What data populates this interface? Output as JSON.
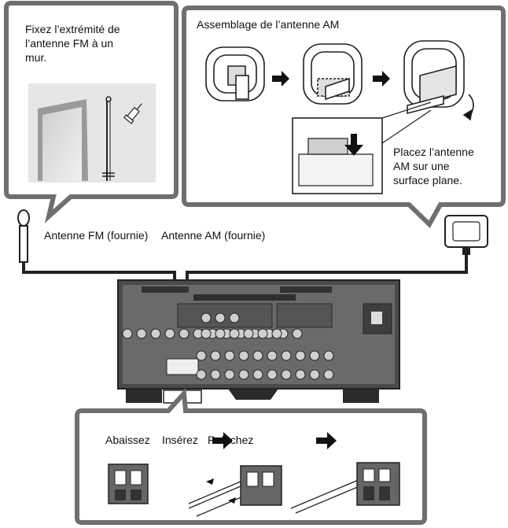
{
  "fm_callout": {
    "instruction": "Fixez l’extrémité de\nl’antenne FM à un\nmur."
  },
  "am_callout": {
    "title": "Assemblage de l’antenne AM",
    "placement": "Placez l’antenne\nAM sur une\nsurface plane."
  },
  "labels": {
    "fm_antenna": "Antenne FM (fournie)",
    "am_antenna": "Antenne AM (fournie)"
  },
  "terminal_callout": {
    "steps": [
      "Abaissez",
      "Insérez",
      "Relâchez"
    ]
  },
  "colors": {
    "panel_border": "#6f6f6f",
    "receiver": "#4a4a4a",
    "arrow": "#111111"
  }
}
